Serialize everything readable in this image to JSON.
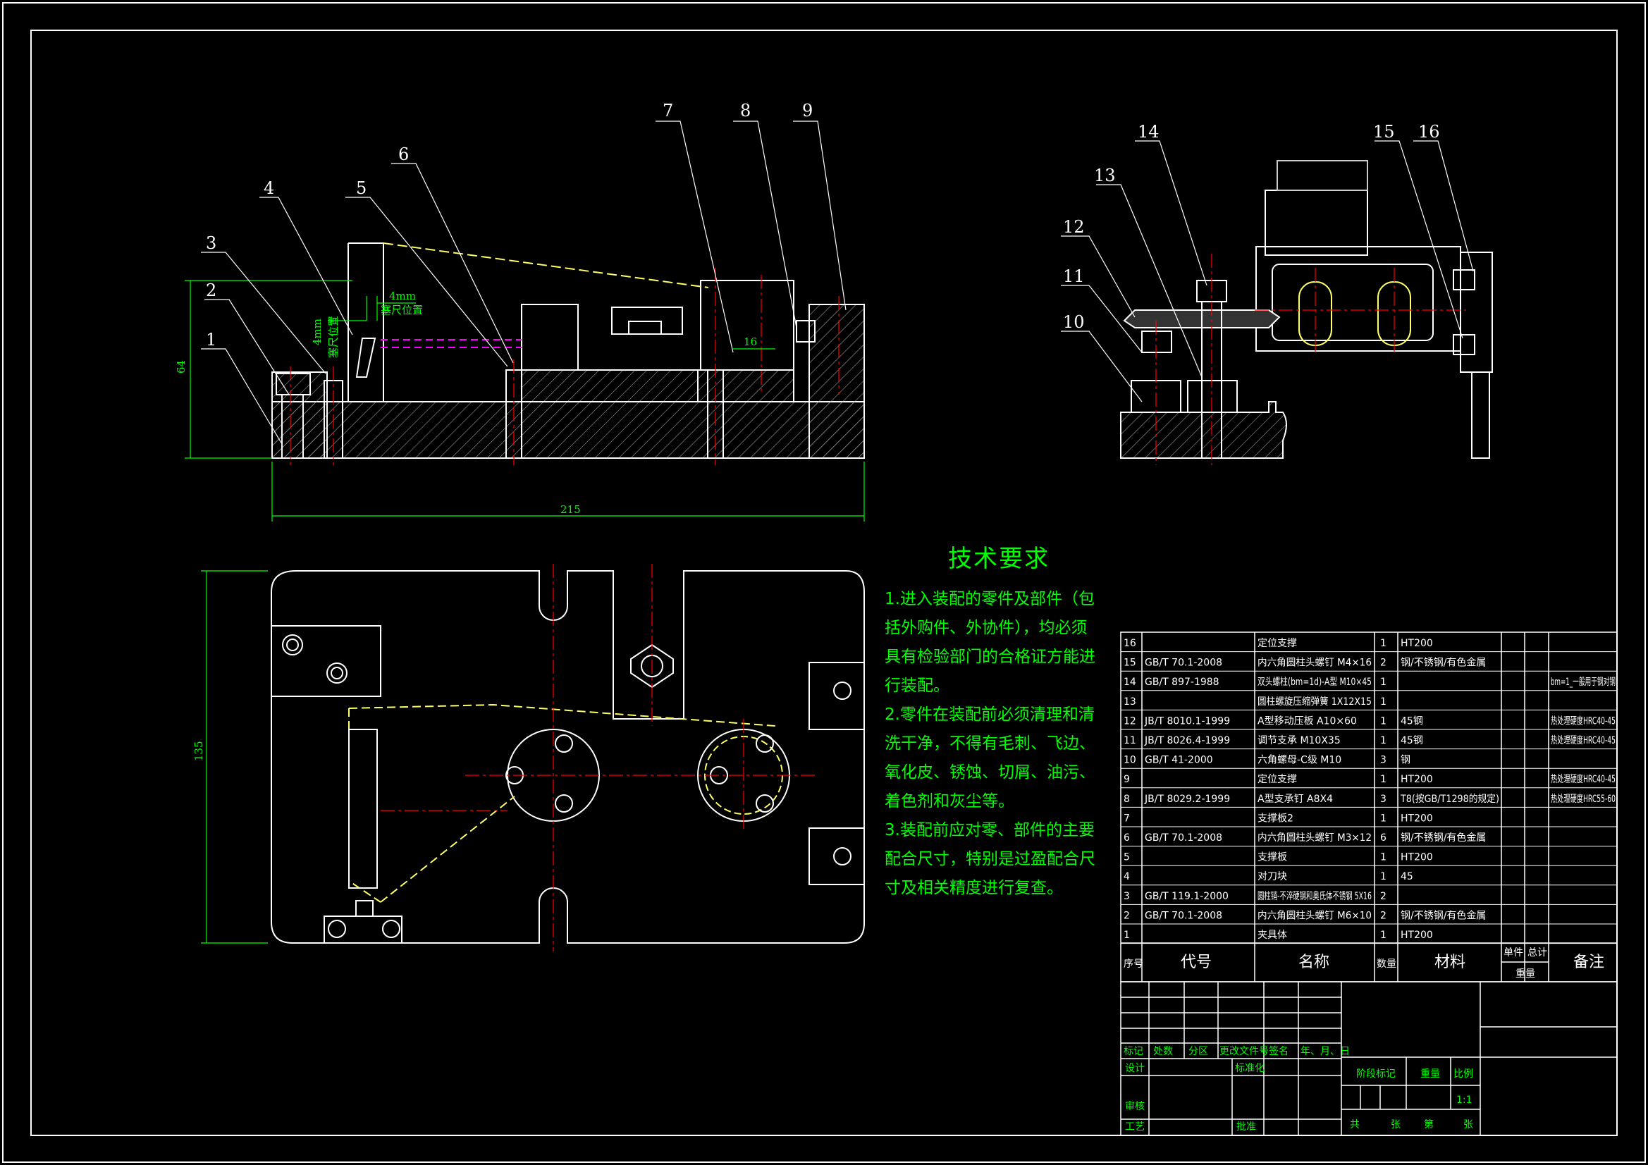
{
  "drawing": {
    "colors": {
      "background": "#000000",
      "outline": "#ffffff",
      "dimension": "#00ff00",
      "centerline": "#ff0000",
      "hidden": "#ffff66",
      "hatch": "#bbbbbb",
      "magenta": "#ff00ff"
    }
  },
  "balloons": [
    "1",
    "2",
    "3",
    "4",
    "5",
    "6",
    "7",
    "8",
    "9",
    "10",
    "11",
    "12",
    "13",
    "14",
    "15",
    "16"
  ],
  "dimensions": {
    "height_64": "64",
    "width_215": "215",
    "height_135": "135",
    "gap_16": "16",
    "tool_offset": "4mm",
    "feeler_position": "塞尺位置",
    "feeler_position_2": "塞尺位置",
    "left_note": "4mm"
  },
  "tech_requirements": {
    "title": "技术要求",
    "items": [
      "1.进入装配的零件及部件（包括外购件、外协件），均必须具有检验部门的合格证方能进行装配。",
      "2.零件在装配前必须清理和清洗干净，不得有毛刺、飞边、氧化皮、锈蚀、切屑、油污、着色剂和灰尘等。",
      "3.装配前应对零、部件的主要配合尺寸，特别是过盈配合尺寸及相关精度进行复查。"
    ]
  },
  "parts_list": {
    "headers": {
      "no": "序号",
      "code": "代号",
      "name": "名称",
      "qty": "数量",
      "material": "材料",
      "unit": "单件",
      "total": "总计",
      "weight": "重量",
      "remark": "备注"
    },
    "rows": [
      {
        "no": "16",
        "code": "",
        "name": "定位支撑",
        "qty": "1",
        "material": "HT200",
        "remark": ""
      },
      {
        "no": "15",
        "code": "GB/T 70.1-2008",
        "name": "内六角圆柱头螺钉 M4×16",
        "qty": "2",
        "material": "钢/不锈钢/有色金属",
        "remark": ""
      },
      {
        "no": "14",
        "code": "GB/T 897-1988",
        "name": "双头螺柱(bm=1d)-A型 M10×45",
        "qty": "1",
        "material": "",
        "remark": "bm=1_一般用于钢对钢"
      },
      {
        "no": "13",
        "code": "",
        "name": "圆柱螺旋压缩弹簧 1X12X15",
        "qty": "1",
        "material": "",
        "remark": ""
      },
      {
        "no": "12",
        "code": "JB/T 8010.1-1999",
        "name": "A型移动压板 A10×60",
        "qty": "1",
        "material": "45钢",
        "remark": "热处理硬度HRC40-45"
      },
      {
        "no": "11",
        "code": "JB/T 8026.4-1999",
        "name": "调节支承 M10X35",
        "qty": "1",
        "material": "45钢",
        "remark": "热处理硬度HRC40-45"
      },
      {
        "no": "10",
        "code": "GB/T 41-2000",
        "name": "六角螺母-C级 M10",
        "qty": "3",
        "material": "钢",
        "remark": ""
      },
      {
        "no": "9",
        "code": "",
        "name": "定位支撑",
        "qty": "1",
        "material": "HT200",
        "remark": "热处理硬度HRC40-45"
      },
      {
        "no": "8",
        "code": "JB/T 8029.2-1999",
        "name": "A型支承钉 A8X4",
        "qty": "3",
        "material": "T8(按GB/T1298的规定)",
        "remark": "热处理硬度HRC55-60"
      },
      {
        "no": "7",
        "code": "",
        "name": "支撑板2",
        "qty": "1",
        "material": "HT200",
        "remark": ""
      },
      {
        "no": "6",
        "code": "GB/T 70.1-2008",
        "name": "内六角圆柱头螺钉 M3×12",
        "qty": "6",
        "material": "钢/不锈钢/有色金属",
        "remark": ""
      },
      {
        "no": "5",
        "code": "",
        "name": "支撑板",
        "qty": "1",
        "material": "HT200",
        "remark": ""
      },
      {
        "no": "4",
        "code": "",
        "name": "对刀块",
        "qty": "1",
        "material": "45",
        "remark": ""
      },
      {
        "no": "3",
        "code": "GB/T 119.1-2000",
        "name": "圆柱销-不淬硬钢和奥氏体不锈钢 5X16",
        "qty": "2",
        "material": "",
        "remark": ""
      },
      {
        "no": "2",
        "code": "GB/T 70.1-2008",
        "name": "内六角圆柱头螺钉 M6×10",
        "qty": "2",
        "material": "钢/不锈钢/有色金属",
        "remark": ""
      },
      {
        "no": "1",
        "code": "",
        "name": "夹具体",
        "qty": "1",
        "material": "HT200",
        "remark": ""
      }
    ]
  },
  "title_block": {
    "mark": "标记",
    "count": "处数",
    "zone": "分区",
    "change_doc": "更改文件号",
    "signature": "签名",
    "date": "年、月、日",
    "design": "设计",
    "standardize": "标准化",
    "stage_mark": "阶段标记",
    "weight": "重量",
    "scale": "比例",
    "scale_value": "1:1",
    "review": "审核",
    "process": "工艺",
    "approve": "批准",
    "total_sheets": "共",
    "sheets_unit": "张",
    "sheet_no": "第",
    "sheet_unit2": "张"
  }
}
